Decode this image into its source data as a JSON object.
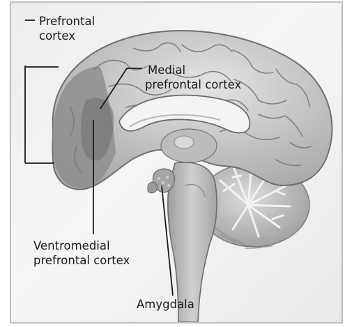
{
  "labels": {
    "prefrontal_cortex": [
      "Prefrontal",
      "cortex"
    ],
    "medial_prefrontal_cortex": [
      "Medial",
      "prefrontal cortex"
    ],
    "ventromedial_prefrontal_cortex": [
      "Ventromedial",
      "prefrontal cortex"
    ],
    "amygdala": [
      "Amygdala"
    ]
  },
  "colors": {
    "text": "#1a1a1a",
    "cortex": "#cfcfcf",
    "prefrontal_region": "#8e8e8e",
    "leader_lines": "#1a1a1a"
  }
}
